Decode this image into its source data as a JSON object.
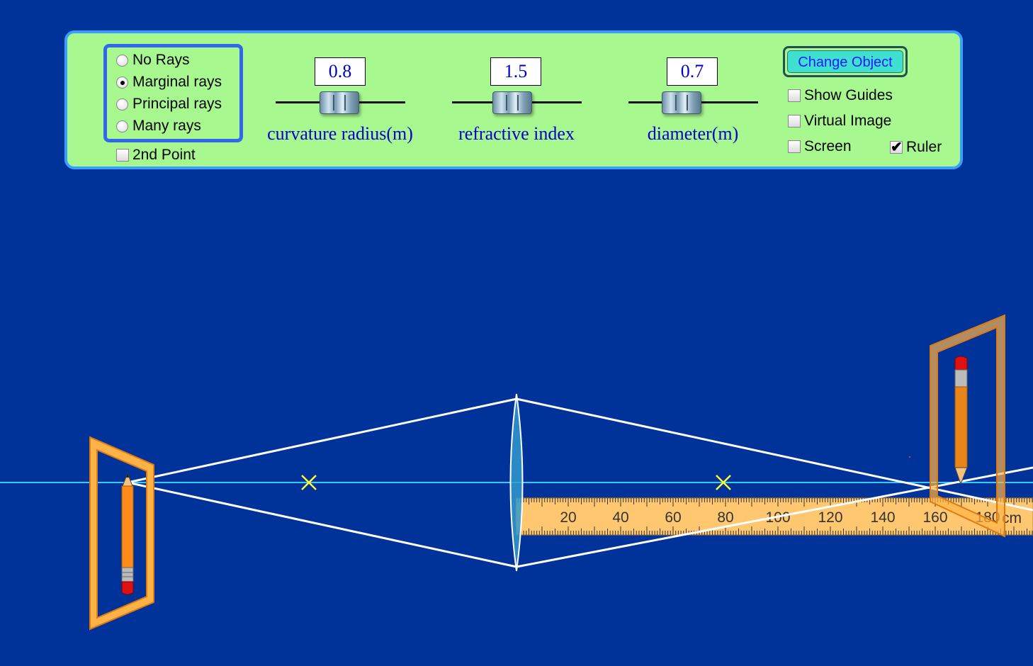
{
  "panel": {
    "ray_options": [
      {
        "label": "No Rays",
        "selected": false
      },
      {
        "label": "Marginal rays",
        "selected": true
      },
      {
        "label": "Principal rays",
        "selected": false
      },
      {
        "label": "Many rays",
        "selected": false
      }
    ],
    "second_point": {
      "label": "2nd Point",
      "checked": false
    },
    "sliders": [
      {
        "value": "0.8",
        "label": "curvature radius(m)"
      },
      {
        "value": "1.5",
        "label": "refractive index"
      },
      {
        "value": "0.7",
        "label": "diameter(m)"
      }
    ],
    "change_object_label": "Change Object",
    "checkboxes": {
      "show_guides": {
        "label": "Show Guides",
        "checked": false
      },
      "virtual_image": {
        "label": "Virtual Image",
        "checked": false
      },
      "screen": {
        "label": "Screen",
        "checked": false
      },
      "ruler": {
        "label": "Ruler",
        "checked": true
      }
    }
  },
  "ruler": {
    "ticks": [
      "20",
      "40",
      "60",
      "80",
      "100",
      "120",
      "140",
      "160",
      "180"
    ],
    "unit": "cm"
  },
  "colors": {
    "background": "#003399",
    "panel": "#a8f890",
    "axis": "#33ccff",
    "focal_mark": "#ffff33",
    "frame": "#ffb347",
    "ruler": "#ffc870"
  },
  "icons": [
    "pencil-object-icon",
    "pencil-image-icon",
    "lens-icon",
    "focal-point-icon"
  ]
}
